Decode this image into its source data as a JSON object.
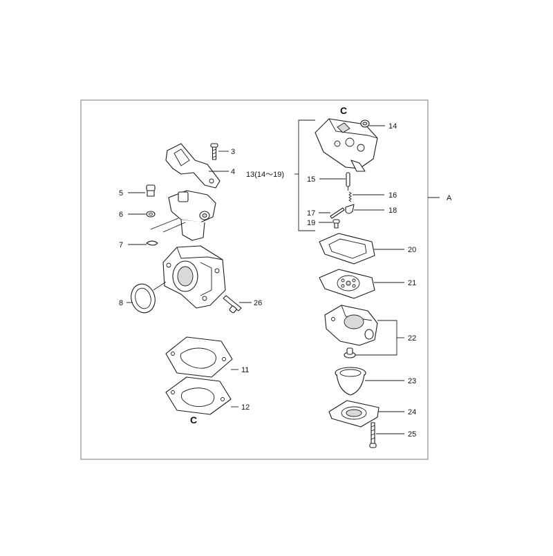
{
  "frame_label": "A",
  "callouts": {
    "c_top": "C",
    "c_bottom": "C",
    "p3": "3",
    "p4": "4",
    "p5": "5",
    "p6": "6",
    "p7": "7",
    "p8": "8",
    "p11": "11",
    "p12": "12",
    "p13": "13(14～19)",
    "p14": "14",
    "p15": "15",
    "p16": "16",
    "p17": "17",
    "p18": "18",
    "p19": "19",
    "p20": "20",
    "p21": "21",
    "p22": "22",
    "p23": "23",
    "p24": "24",
    "p25": "25",
    "p26": "26"
  }
}
